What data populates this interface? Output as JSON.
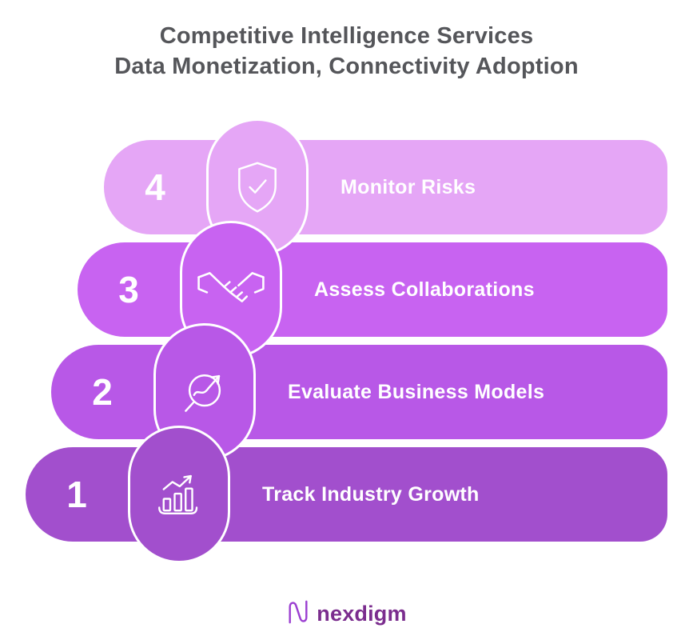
{
  "title": {
    "line1": "Competitive Intelligence Services",
    "line2": "Data Monetization, Connectivity Adoption"
  },
  "steps": [
    {
      "number": "4",
      "label": "Monitor Risks",
      "icon": "shield-check-icon",
      "color": "#e5a6f6"
    },
    {
      "number": "3",
      "label": "Assess Collaborations",
      "icon": "handshake-icon",
      "color": "#c863f1"
    },
    {
      "number": "2",
      "label": "Evaluate Business Models",
      "icon": "search-trend-icon",
      "color": "#b858e7"
    },
    {
      "number": "1",
      "label": "Track Industry Growth",
      "icon": "bar-chart-growth-icon",
      "color": "#a24fcd"
    }
  ],
  "logo": {
    "text": "nexdigm",
    "text_color": "#7b2d8e",
    "icon_color": "#9b3fd1"
  },
  "colors": {
    "background": "#ffffff",
    "title_text": "#55565a",
    "step_text": "#ffffff",
    "capsule_border": "#ffffff"
  }
}
